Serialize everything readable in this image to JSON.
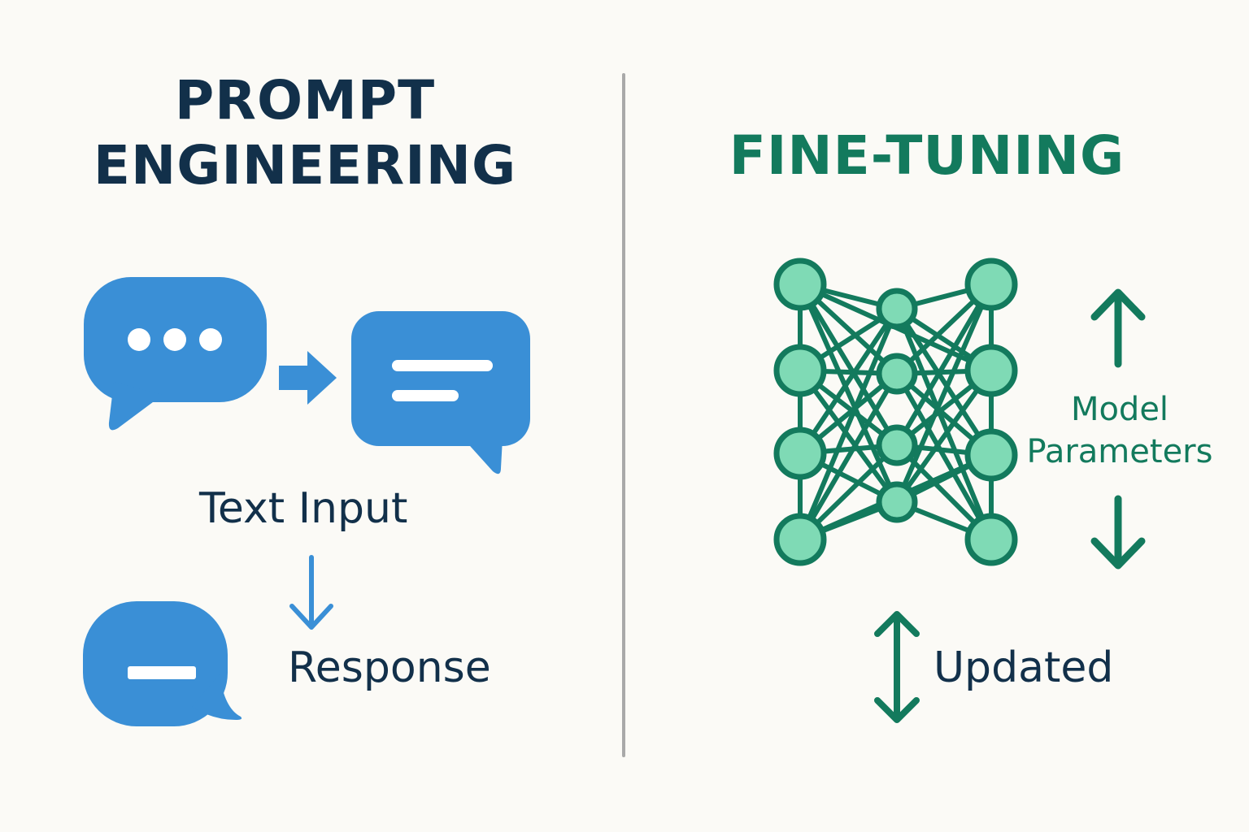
{
  "left_panel": {
    "title_line1": "PROMPT",
    "title_line2": "ENGINEERING",
    "text_input_label": "Text Input",
    "response_label": "Response",
    "color": "#12304a",
    "accent": "#3a8fd6"
  },
  "right_panel": {
    "title": "FINE-TUNING",
    "model_label_line1": "Model",
    "model_label_line2": "Parameters",
    "updated_label": "Updated",
    "color": "#137a5d",
    "node_fill": "#7fdab5"
  },
  "icons": [
    "speech-bubble-typing-icon",
    "arrow-right-icon",
    "speech-bubble-text-icon",
    "arrow-down-icon",
    "speech-bubble-minus-icon",
    "neural-network-icon",
    "arrow-up-icon",
    "arrow-down-icon",
    "double-arrow-vertical-icon"
  ]
}
